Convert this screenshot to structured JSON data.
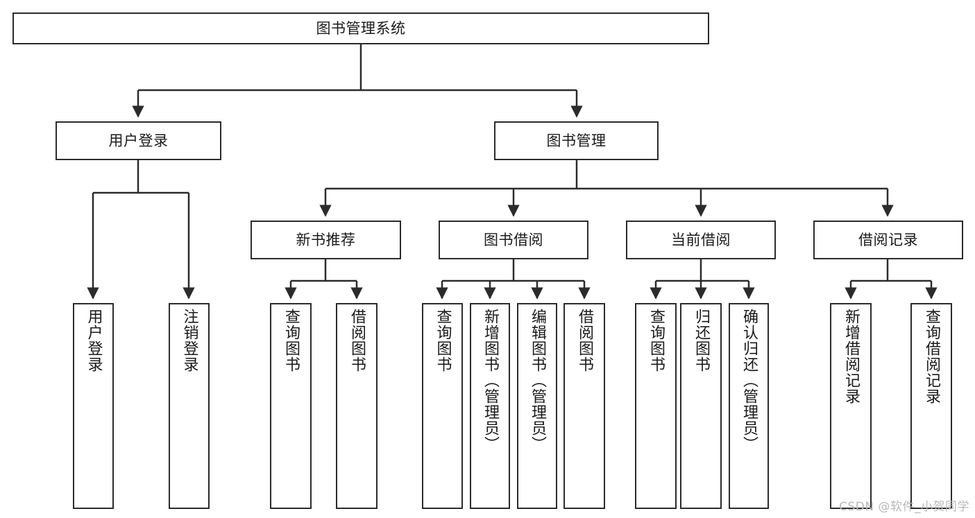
{
  "diagram": {
    "title": "图书管理系统",
    "type": "tree",
    "watermark": "CSDN @软件_小贺同学",
    "colors": {
      "box_border": "#2b2b2b",
      "box_fill": "#ffffff",
      "edge": "#2b2b2b",
      "text": "#1a1a1a",
      "watermark": "#b8b8b8",
      "background": "#ffffff"
    },
    "root": {
      "label": "图书管理系统"
    },
    "level1": [
      {
        "label": "用户登录"
      },
      {
        "label": "图书管理"
      }
    ],
    "level2": [
      {
        "label": "新书推荐"
      },
      {
        "label": "图书借阅"
      },
      {
        "label": "当前借阅"
      },
      {
        "label": "借阅记录"
      }
    ],
    "leaves": {
      "user_login": [
        {
          "label": "用户登录"
        },
        {
          "label": "注销登录"
        }
      ],
      "new_book_recommend": [
        {
          "label": "查询图书"
        },
        {
          "label": "借阅图书"
        }
      ],
      "book_borrow": [
        {
          "label": "查询图书"
        },
        {
          "label": "新增图书（管理员）"
        },
        {
          "label": "编辑图书（管理员）"
        },
        {
          "label": "借阅图书"
        }
      ],
      "current_borrow": [
        {
          "label": "查询图书"
        },
        {
          "label": "归还图书"
        },
        {
          "label": "确认归还（管理员）"
        }
      ],
      "borrow_record": [
        {
          "label": "新增借阅记录"
        },
        {
          "label": "查询借阅记录"
        }
      ]
    }
  }
}
